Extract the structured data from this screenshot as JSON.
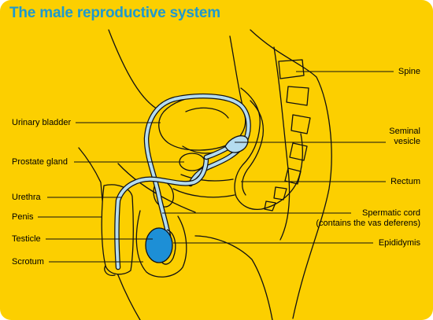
{
  "title": "The male reproductive system",
  "colors": {
    "background": "#fccf00",
    "title": "#1d99cf",
    "tube_fill": "#b4dcef",
    "tube_outline": "#111111",
    "testicle": "#1d8fd6"
  },
  "labels_left": [
    "Urinary bladder",
    "Prostate gland",
    "Urethra",
    "Penis",
    "Testicle",
    "Scrotum"
  ],
  "labels_right": {
    "spine": "Spine",
    "seminal_vesicle": [
      "Seminal",
      "vesicle"
    ],
    "rectum": "Rectum",
    "spermatic_cord": [
      "Spermatic cord",
      "(contains the vas deferens)"
    ],
    "epididymis": "Epididymis"
  }
}
